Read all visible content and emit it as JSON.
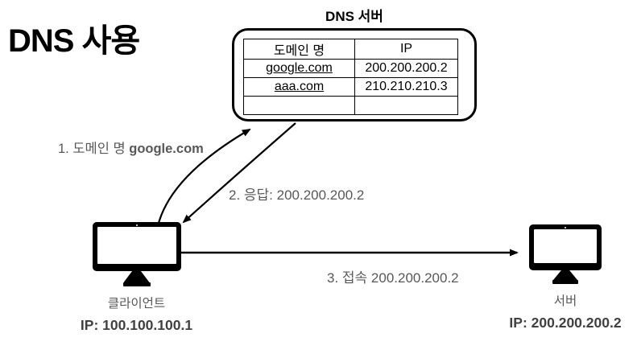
{
  "title": "DNS 사용",
  "dns_server": {
    "label": "DNS 서버",
    "table": {
      "headers": [
        "도메인 명",
        "IP"
      ],
      "rows": [
        {
          "domain": "google.com",
          "ip": "200.200.200.2"
        },
        {
          "domain": "aaa.com",
          "ip": "210.210.210.3"
        },
        {
          "domain": "",
          "ip": ""
        }
      ]
    }
  },
  "steps": [
    {
      "text": "1. 도메인 명 ",
      "bold": "google.com"
    },
    {
      "text": "2. 응답: 200.200.200.2"
    },
    {
      "text": "3. 접속 200.200.200.2"
    }
  ],
  "client": {
    "label": "클라이언트",
    "ip": "IP: 100.100.100.1"
  },
  "server": {
    "label": "서버",
    "ip": "IP: 200.200.200.2"
  },
  "colors": {
    "line_black": "#000000",
    "label_gray": "#58585b",
    "ip_gray": "#414042"
  }
}
